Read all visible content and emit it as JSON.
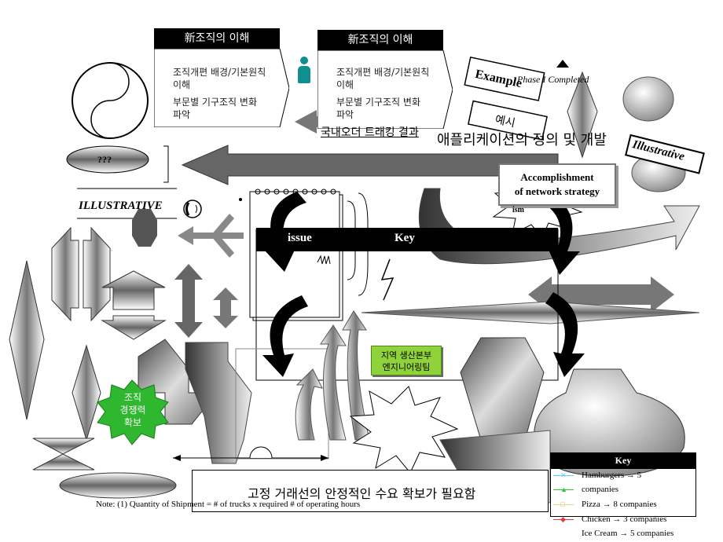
{
  "cards": [
    {
      "title": "新조직의 이해",
      "lines": [
        "조직개편 배경/기본원칙",
        "이해",
        "부문별 기구조직 변화",
        "파악"
      ]
    },
    {
      "title": "新조직의 이해",
      "lines": [
        "조직개편 배경/기본원칙",
        "이해",
        "부문별 기구조직 변화",
        "파악"
      ]
    }
  ],
  "labels": {
    "example": "Example",
    "phase": "Phase I Completed",
    "yesi": "예시",
    "tracking": "국내오더 트래킹 결과",
    "app_def": "애플리케이션의 정의 및 개발",
    "illustrative_right": "Illustrative",
    "qqq": "???",
    "illustrative_left": "ILLUSTRATIVE",
    "accomplishment_1": "Accomplishment",
    "accomplishment_2": "of network strategy",
    "ism": "ism",
    "issue": "issue",
    "key_bar": "Key",
    "green_box_1": "지역 생산본부",
    "green_box_2": "엔지니어링팀",
    "burst_1": "조직",
    "burst_2": "경쟁력",
    "burst_3": "확보",
    "bottom_banner": "고정 거래선의 안정적인 수요 확보가 필요함",
    "note": "Note: (1) Quantity of Shipment = # of trucks x required # of operating hours"
  },
  "legend": {
    "title": "Key",
    "items": [
      {
        "label": "Hamburgers → 5",
        "color": "#5ad3f5",
        "marker": "✕"
      },
      {
        "label": "companies",
        "color": "#2fc72f",
        "marker": "▲"
      },
      {
        "label": "Pizza → 8 companies",
        "color": "#e3d98a",
        "marker": "□"
      },
      {
        "label": "Chicken → 3 companies",
        "color": "#e23a3a",
        "marker": "◆"
      },
      {
        "label": "Ice Cream → 5 companies",
        "color": "#ffffff",
        "marker": ""
      }
    ]
  },
  "colors": {
    "teal": "#0f8f8f",
    "green_box": "#8fd23a",
    "burst_green": "#2fb82f",
    "key_legend_header": "#000000"
  }
}
